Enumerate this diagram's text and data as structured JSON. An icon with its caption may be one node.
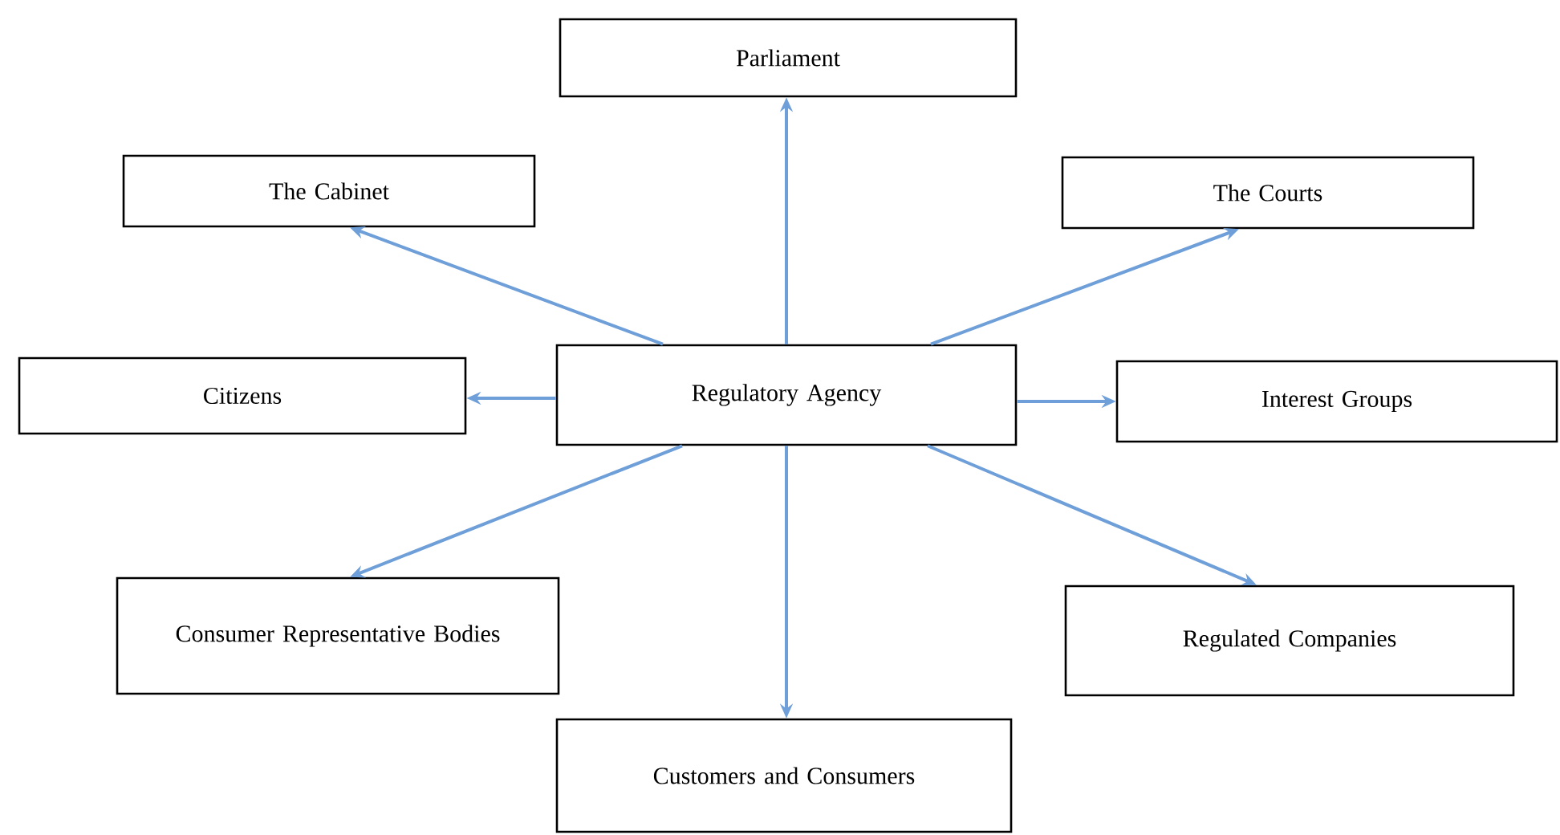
{
  "diagram": {
    "nodes": [
      {
        "text": [
          "Regulatory Agency"
        ]
      },
      {
        "text": [
          "Parliament"
        ]
      },
      {
        "text": [
          "The Cabinet"
        ]
      },
      {
        "text": [
          "The Courts"
        ]
      },
      {
        "text": [
          "Citizens"
        ]
      },
      {
        "text": [
          "Interest Groups"
        ]
      },
      {
        "text": [
          "Consumer Representative Bodies"
        ]
      },
      {
        "text": [
          "Regulated Companies"
        ]
      },
      {
        "text": [
          "Customers and Consumers"
        ]
      }
    ],
    "edges": [
      {
        "from": 0,
        "to": 1,
        "arrow": "to"
      },
      {
        "from": 0,
        "to": 2,
        "arrow": "to"
      },
      {
        "from": 0,
        "to": 3,
        "arrow": "to"
      },
      {
        "from": 0,
        "to": 4,
        "arrow": "to"
      },
      {
        "from": 0,
        "to": 5,
        "arrow": "to"
      },
      {
        "from": 0,
        "to": 6,
        "arrow": "to"
      },
      {
        "from": 0,
        "to": 7,
        "arrow": "to"
      },
      {
        "from": 0,
        "to": 8,
        "arrow": "to"
      }
    ]
  }
}
